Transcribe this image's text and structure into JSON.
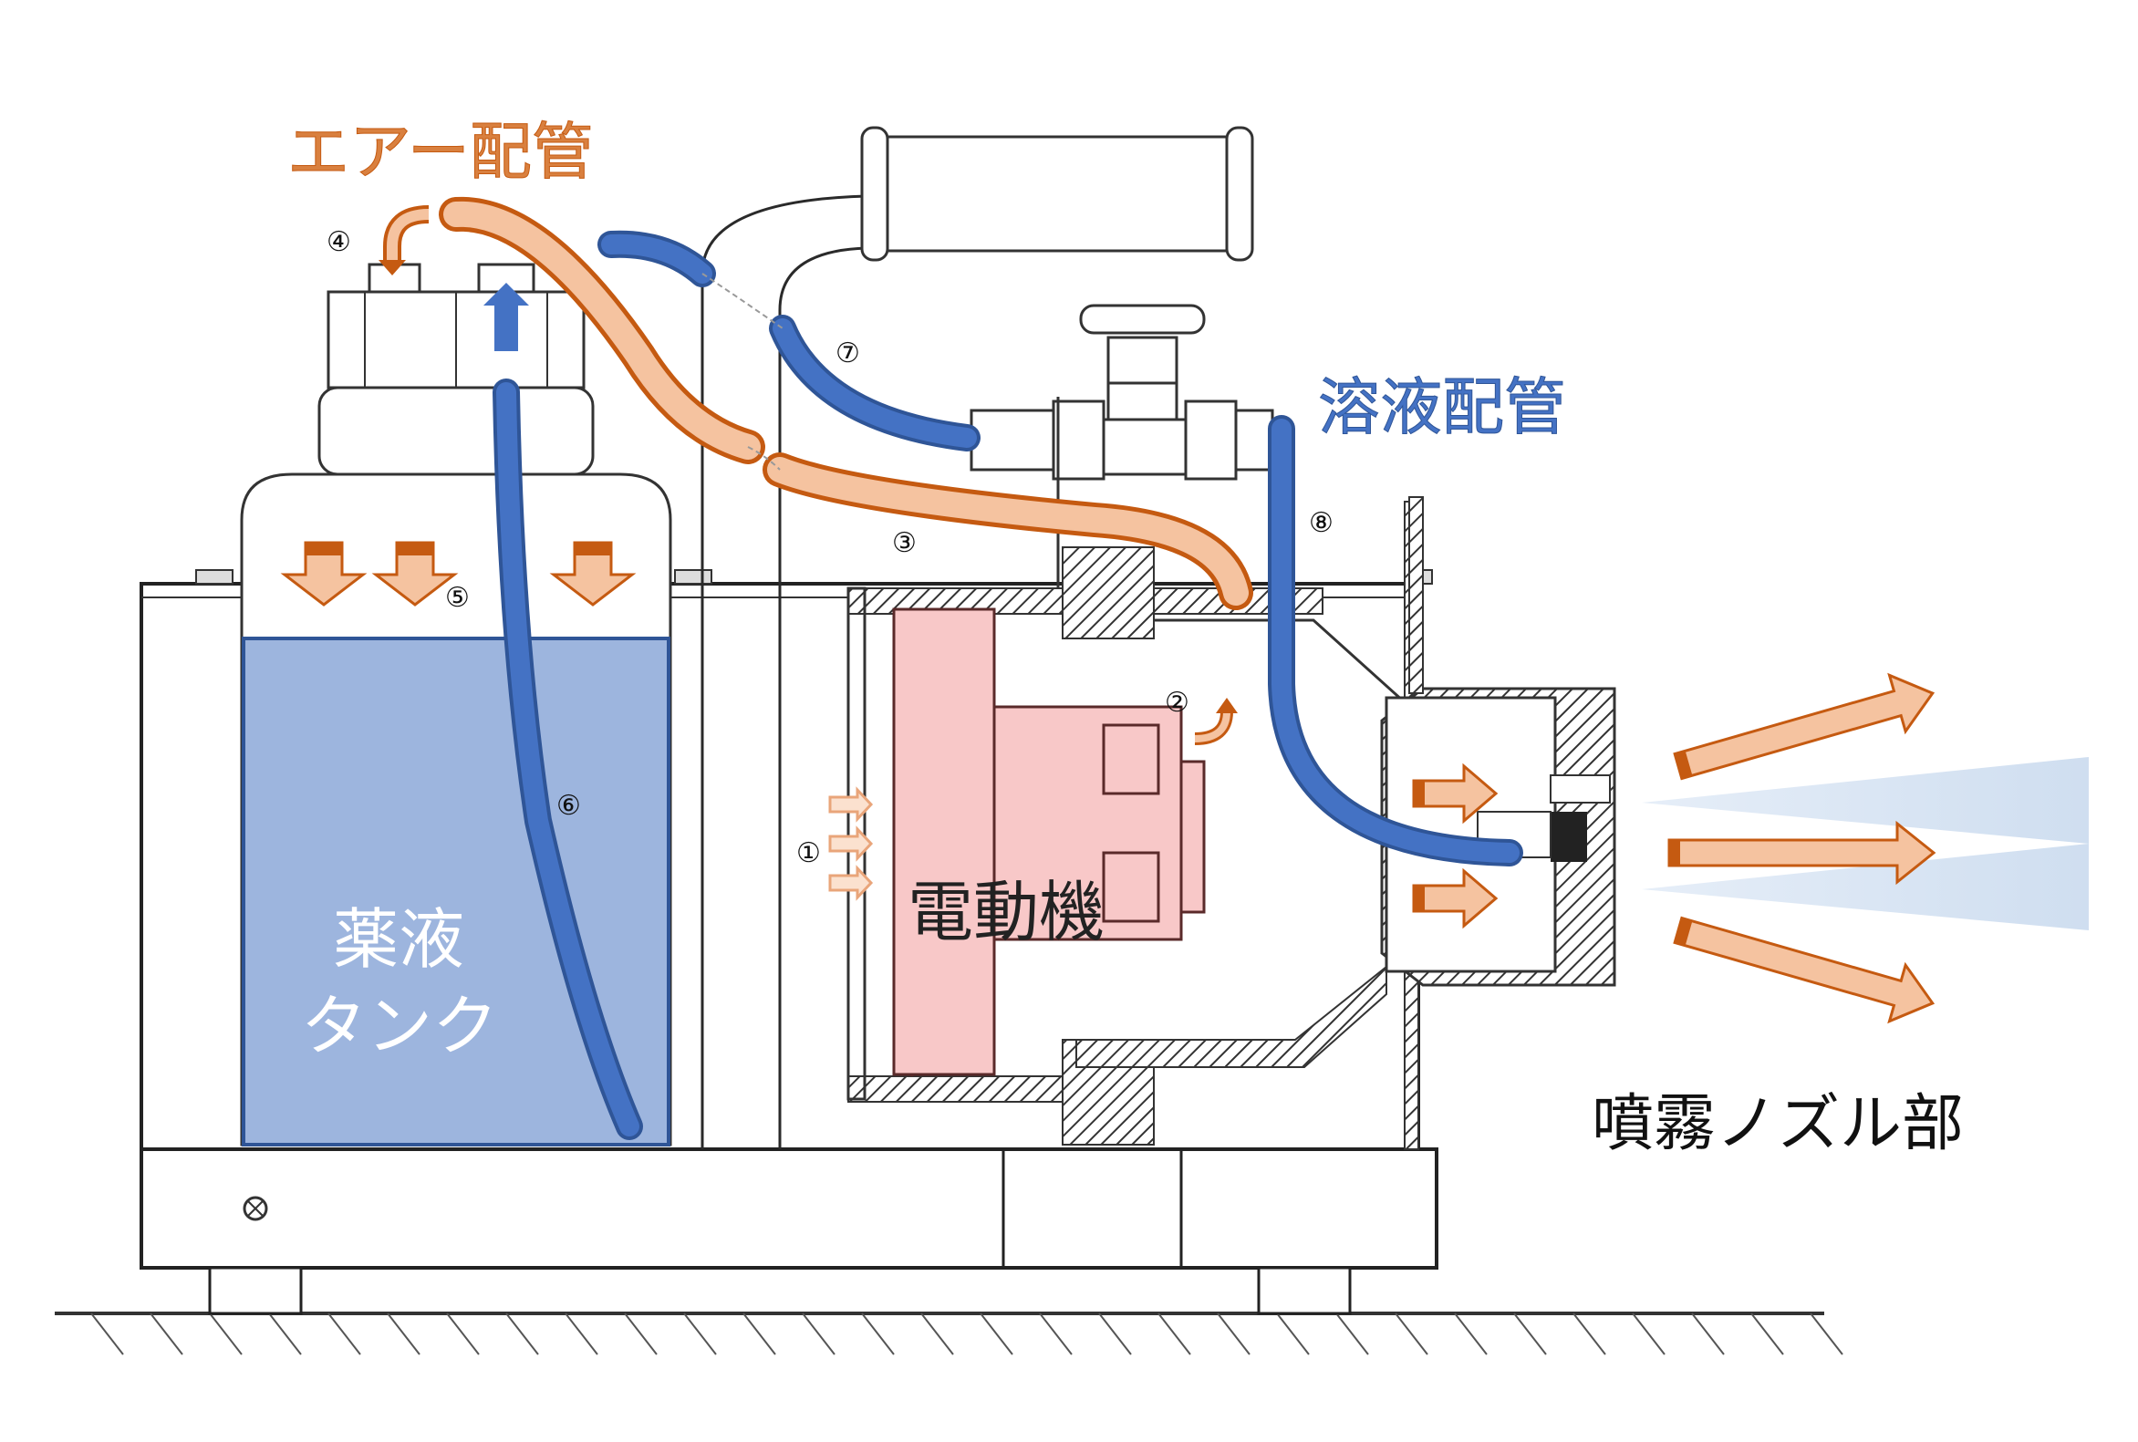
{
  "labels": {
    "air_piping": "エアー配管",
    "solution_piping": "溶液配管",
    "motor": "電動機",
    "tank_line1": "薬液",
    "tank_line2": "タンク",
    "nozzle": "噴霧ノズル部"
  },
  "markers": [
    "①",
    "②",
    "③",
    "④",
    "⑤",
    "⑥",
    "⑦",
    "⑧"
  ],
  "colors": {
    "air": "#f5c3a0",
    "air_outline": "#c55a11",
    "solution": "#4472c4",
    "solution_outline": "#2f5597",
    "tank_liquid": "#9db5de",
    "motor": "#f8c8c8",
    "mist": "#d6e4f2",
    "line": "#2a2a2a"
  }
}
